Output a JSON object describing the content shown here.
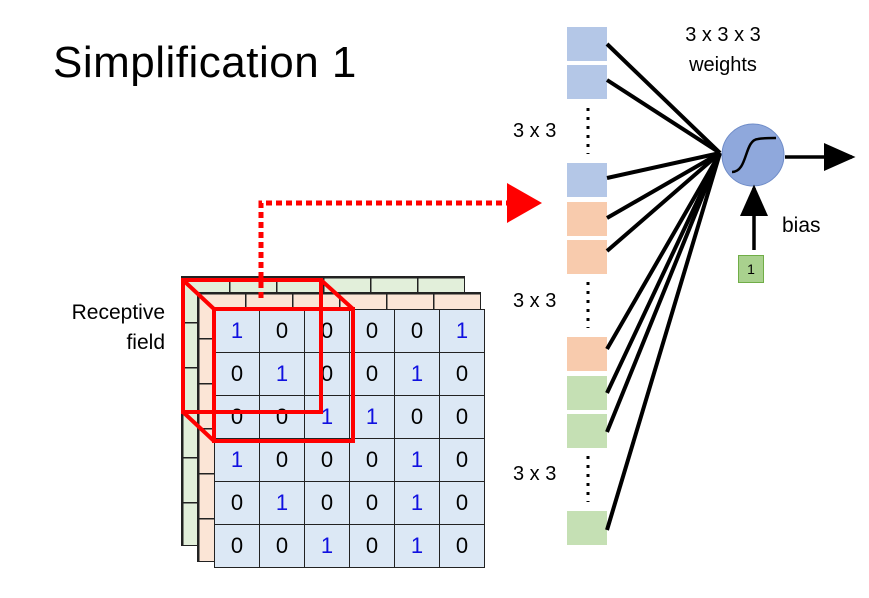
{
  "title": "Simplification 1",
  "receptive_field_label": [
    "Receptive",
    "field"
  ],
  "weights_label": [
    "3 x 3 x 3",
    "weights"
  ],
  "bias_label": "bias",
  "bias_input": "1",
  "channel_dim_labels": [
    "3 x 3",
    "3 x 3",
    "3 x 3"
  ],
  "front_grid": [
    [
      "1",
      "0",
      "0",
      "0",
      "0",
      "1"
    ],
    [
      "0",
      "1",
      "0",
      "0",
      "1",
      "0"
    ],
    [
      "0",
      "0",
      "1",
      "1",
      "0",
      "0"
    ],
    [
      "1",
      "0",
      "0",
      "0",
      "1",
      "0"
    ],
    [
      "0",
      "1",
      "0",
      "0",
      "1",
      "0"
    ],
    [
      "0",
      "0",
      "1",
      "0",
      "1",
      "0"
    ]
  ],
  "colors": {
    "channel1": "#b4c7e7",
    "channel2": "#f8cbad",
    "channel3": "#c5e0b4",
    "highlight": "#ff0000",
    "neuron": "#8fa8dc",
    "one_digit": "#1010e0"
  }
}
